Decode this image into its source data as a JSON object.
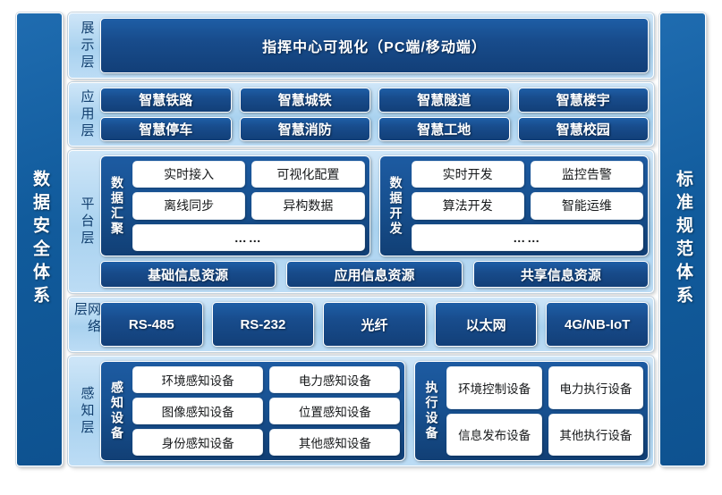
{
  "left_pillar": {
    "label": "数据安全体系"
  },
  "right_pillar": {
    "label": "标准规范体系"
  },
  "layers": {
    "presentation": {
      "label": "展示层",
      "banner": "指挥中心可视化（PC端/移动端）"
    },
    "application": {
      "label": "应用层",
      "row1": [
        "智慧铁路",
        "智慧城铁",
        "智慧隧道",
        "智慧楼宇"
      ],
      "row2": [
        "智慧停车",
        "智慧消防",
        "智慧工地",
        "智慧校园"
      ]
    },
    "platform": {
      "label": "平台层",
      "group_left": {
        "label": "数据汇聚",
        "row1": [
          "实时接入",
          "可视化配置"
        ],
        "row2": [
          "离线同步",
          "异构数据"
        ],
        "row3": "……"
      },
      "group_right": {
        "label": "数据开发",
        "row1": [
          "实时开发",
          "监控告警"
        ],
        "row2": [
          "算法开发",
          "智能运维"
        ],
        "row3": "……"
      },
      "resources": [
        "基础信息资源",
        "应用信息资源",
        "共享信息资源"
      ]
    },
    "network": {
      "label": "网络层",
      "items": [
        "RS-485",
        "RS-232",
        "光纤",
        "以太网",
        "4G/NB-IoT"
      ]
    },
    "sensing": {
      "label": "感知层",
      "group_left": {
        "label": "感知设备",
        "row1": [
          "环境感知设备",
          "电力感知设备"
        ],
        "row2": [
          "图像感知设备",
          "位置感知设备"
        ],
        "row3": [
          "身份感知设备",
          "其他感知设备"
        ]
      },
      "group_right": {
        "label": "执行设备",
        "row1": [
          "环境控制设备",
          "电力执行设备"
        ],
        "row2": [
          "信息发布设备",
          "其他执行设备"
        ]
      }
    }
  },
  "colors": {
    "pillar_blue": "#115b9c",
    "bar_navy": "#184c8c",
    "layer_light_blue": "#a9d2ef",
    "chip_white": "#ffffff",
    "label_text": "#123f6e"
  }
}
